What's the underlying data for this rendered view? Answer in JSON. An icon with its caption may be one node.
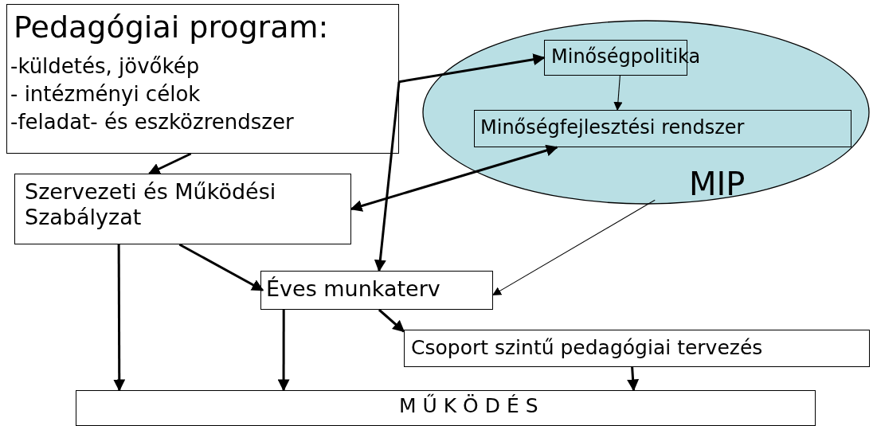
{
  "diagram": {
    "nodes": [
      {
        "text": [
          "Pedagógiai program:",
          "-küldetés, jövőkép",
          "- intézményi célok",
          "-feladat- és eszközrendszer"
        ]
      },
      {
        "text": [
          "MIP"
        ]
      },
      {
        "text": [
          "Minőségpolitika"
        ],
        "in": 1
      },
      {
        "text": [
          "Minőségfejlesztési rendszer"
        ],
        "in": 1
      },
      {
        "text": [
          "Szervezeti és Működési Szabályzat"
        ]
      },
      {
        "text": [
          "Éves munkaterv"
        ]
      },
      {
        "text": [
          "Csoport szintű pedagógiai tervezés"
        ]
      },
      {
        "text": [
          "M Ű K Ö D É S"
        ]
      }
    ],
    "edges": [
      {
        "from": 0,
        "to": 4,
        "arrow": "to"
      },
      {
        "from": 0,
        "to": 2,
        "arrow": "to"
      },
      {
        "from": 0,
        "to": 5,
        "arrow": "to"
      },
      {
        "from": 2,
        "to": 3,
        "arrow": "to"
      },
      {
        "from": 3,
        "to": 4,
        "arrow": "both"
      },
      {
        "from": 1,
        "to": 5,
        "arrow": "to"
      },
      {
        "from": 4,
        "to": 5,
        "arrow": "to"
      },
      {
        "from": 4,
        "to": 7,
        "arrow": "to"
      },
      {
        "from": 5,
        "to": 7,
        "arrow": "to"
      },
      {
        "from": 5,
        "to": 6,
        "arrow": "to"
      },
      {
        "from": 6,
        "to": 7,
        "arrow": "to"
      }
    ]
  }
}
